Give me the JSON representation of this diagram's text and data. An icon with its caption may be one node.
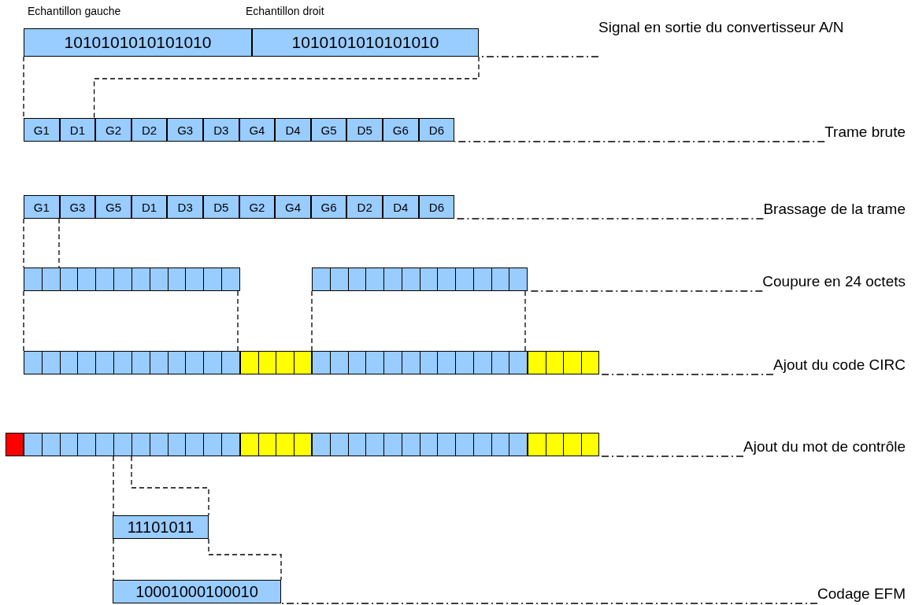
{
  "diagram": {
    "nodes": [
      {
        "text": [
          "1010101010101010"
        ],
        "beside": [
          "Echantillon gauche"
        ]
      },
      {
        "text": [
          "1010101010101010"
        ],
        "beside": [
          "Echantillon droit"
        ]
      },
      {
        "text": [
          "Signal en sortie du convertisseur A/N"
        ]
      },
      {
        "text": [
          "G1"
        ]
      },
      {
        "text": [
          "D1"
        ]
      },
      {
        "text": [
          "G2"
        ]
      },
      {
        "text": [
          "D2"
        ]
      },
      {
        "text": [
          "G3"
        ]
      },
      {
        "text": [
          "D3"
        ]
      },
      {
        "text": [
          "G4"
        ]
      },
      {
        "text": [
          "D4"
        ]
      },
      {
        "text": [
          "G5"
        ]
      },
      {
        "text": [
          "D5"
        ]
      },
      {
        "text": [
          "G6"
        ]
      },
      {
        "text": [
          "D6"
        ]
      },
      {
        "text": [
          "Trame brute"
        ]
      },
      {
        "text": [
          "G1"
        ]
      },
      {
        "text": [
          "G3"
        ]
      },
      {
        "text": [
          "G5"
        ]
      },
      {
        "text": [
          "D1"
        ]
      },
      {
        "text": [
          "D3"
        ]
      },
      {
        "text": [
          "D5"
        ]
      },
      {
        "text": [
          "G2"
        ]
      },
      {
        "text": [
          "G4"
        ]
      },
      {
        "text": [
          "G6"
        ]
      },
      {
        "text": [
          "D2"
        ]
      },
      {
        "text": [
          "D4"
        ]
      },
      {
        "text": [
          "D6"
        ]
      },
      {
        "text": [
          "Brassage de la trame"
        ]
      },
      {
        "text": [],
        "shape": "bar"
      },
      {
        "text": [],
        "shape": "bar"
      },
      {
        "text": [
          "Coupure en 24 octets"
        ]
      },
      {
        "text": [],
        "shape": "bar"
      },
      {
        "text": [],
        "shape": "bar"
      },
      {
        "text": [],
        "shape": "bar"
      },
      {
        "text": [],
        "shape": "bar"
      },
      {
        "text": [
          "Ajout du code CIRC"
        ]
      },
      {
        "text": [],
        "shape": "box"
      },
      {
        "text": [],
        "shape": "bar"
      },
      {
        "text": [],
        "shape": "bar"
      },
      {
        "text": [],
        "shape": "bar"
      },
      {
        "text": [],
        "shape": "bar"
      },
      {
        "text": [
          "Ajout du mot de contrôle"
        ]
      },
      {
        "text": [
          "11101011"
        ]
      },
      {
        "text": [
          "10001000100010"
        ]
      },
      {
        "text": [
          "Codage EFM"
        ]
      }
    ],
    "edges": [
      {
        "from": 0,
        "to": 3,
        "arrow": "none",
        "style": "dashed"
      },
      {
        "from": 1,
        "to": 4,
        "arrow": "none",
        "style": "dashed"
      },
      {
        "from": 2,
        "to": 1,
        "arrow": "none"
      },
      {
        "from": 15,
        "to": 14,
        "arrow": "none"
      },
      {
        "from": 28,
        "to": 27,
        "arrow": "none"
      },
      {
        "from": 16,
        "to": 29,
        "arrow": "none",
        "style": "dashed"
      },
      {
        "from": 31,
        "to": 30,
        "arrow": "none"
      },
      {
        "from": 29,
        "to": 32,
        "arrow": "none",
        "style": "dashed"
      },
      {
        "from": 30,
        "to": 34,
        "arrow": "none",
        "style": "dashed"
      },
      {
        "from": 36,
        "to": 35,
        "arrow": "none"
      },
      {
        "from": 42,
        "to": 41,
        "arrow": "none"
      },
      {
        "from": 38,
        "to": 43,
        "arrow": "none",
        "style": "dashed"
      },
      {
        "from": 43,
        "to": 44,
        "arrow": "none",
        "style": "dashed"
      },
      {
        "from": 45,
        "to": 44,
        "arrow": "none"
      }
    ]
  }
}
